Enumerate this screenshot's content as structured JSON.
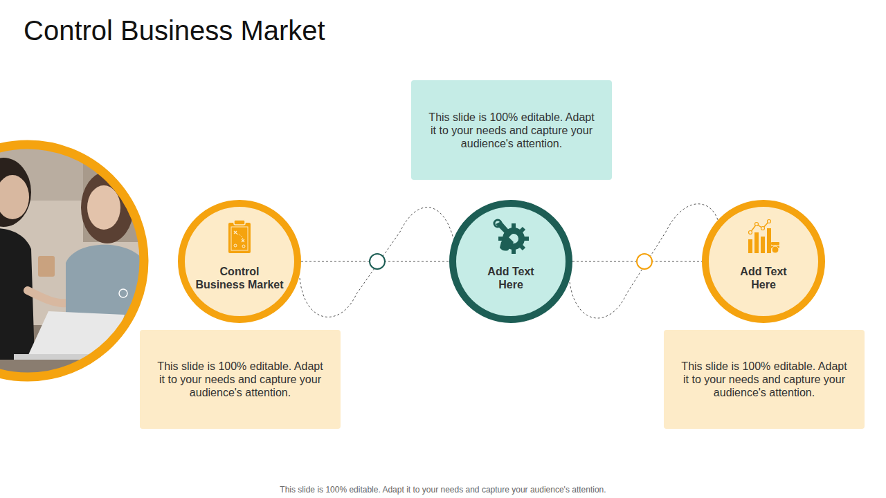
{
  "diagram": {
    "title": "Control Business Market",
    "caption": "This slide is 100% editable. Adapt it to your needs and capture your audience's attention.",
    "nodes": [
      {
        "text": [
          "Control Business Market"
        ]
      },
      {
        "text": [
          "This slide is 100% editable. Adapt it to your needs and capture your audience's attention."
        ]
      },
      {
        "text": [
          "This slide is 100% editable. Adapt it to your needs and capture your audience's attention."
        ]
      },
      {
        "text": [
          "Add Text Here"
        ]
      },
      {
        "text": [
          "Add Text Here"
        ]
      },
      {
        "text": [
          "This slide is 100% editable. Adapt it to your needs and capture your audience's attention."
        ]
      }
    ],
    "edges": [
      {
        "from": 0,
        "to": 3,
        "arrow": "none"
      },
      {
        "from": 3,
        "to": 4,
        "arrow": "none"
      }
    ]
  }
}
